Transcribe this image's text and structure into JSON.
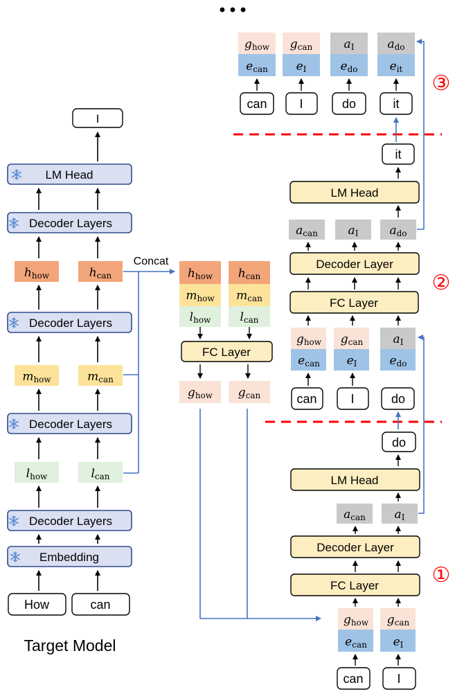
{
  "colors": {
    "frozen_fill": "#dadff1",
    "frozen_stroke": "#2f4d8e",
    "trainable_fill": "#fdeec1",
    "h_fill": "#f3a57a",
    "m_fill": "#fde39a",
    "l_fill": "#dff0dc",
    "g_fill": "#fae2d6",
    "e_fill": "#9fc3e6",
    "a_fill": "#c9c9c9",
    "arrow_blue": "#4472c4",
    "divider_red": "#ff0000",
    "snowflake": "#5b8fd6"
  },
  "icons": {
    "snowflake": "snowflake-icon (frozen)"
  },
  "labels": {
    "ellipsis": "• • •",
    "concat": "Concat",
    "caption": "Target Model",
    "step1": "①",
    "step2": "②",
    "step3": "③"
  },
  "target_model": {
    "output": "I",
    "lm_head": "LM Head",
    "decoder_layers": "Decoder Layers",
    "embedding": "Embedding",
    "inputs": [
      "How",
      "can"
    ],
    "features": {
      "h": {
        "sym": "h",
        "subs": [
          "how",
          "can"
        ]
      },
      "m": {
        "sym": "m",
        "subs": [
          "how",
          "can"
        ]
      },
      "l": {
        "sym": "l",
        "subs": [
          "how",
          "can"
        ]
      }
    }
  },
  "fusion": {
    "rows": [
      {
        "sym": "h",
        "subs": [
          "how",
          "can"
        ]
      },
      {
        "sym": "m",
        "subs": [
          "how",
          "can"
        ]
      },
      {
        "sym": "l",
        "subs": [
          "how",
          "can"
        ]
      }
    ],
    "fc_layer": "FC Layer",
    "outputs": {
      "sym": "g",
      "subs": [
        "how",
        "can"
      ]
    }
  },
  "stage1": {
    "inputs": [
      "can",
      "I"
    ],
    "g": {
      "sym": "g",
      "subs": [
        "how",
        "can"
      ]
    },
    "e": {
      "sym": "e",
      "subs": [
        "can",
        "I"
      ]
    },
    "fc_layer": "FC Layer",
    "decoder_layer": "Decoder Layer",
    "a": {
      "sym": "a",
      "subs": [
        "can",
        "I"
      ]
    },
    "lm_head": "LM Head",
    "output": "do"
  },
  "stage2": {
    "inputs": [
      "can",
      "I",
      "do"
    ],
    "g": {
      "sym": "g",
      "subs": [
        "how",
        "can"
      ]
    },
    "e": {
      "sym": "e",
      "subs": [
        "can",
        "I",
        "do"
      ]
    },
    "a_from_stage1": {
      "sym": "a",
      "sub": "I"
    },
    "fc_layer": "FC Layer",
    "decoder_layer": "Decoder Layer",
    "a": {
      "sym": "a",
      "subs": [
        "can",
        "I",
        "do"
      ]
    },
    "lm_head": "LM Head",
    "output": "it"
  },
  "stage3": {
    "inputs": [
      "can",
      "I",
      "do",
      "it"
    ],
    "top": [
      {
        "sym": "g",
        "sub": "how"
      },
      {
        "sym": "g",
        "sub": "can"
      },
      {
        "sym": "a",
        "sub": "I"
      },
      {
        "sym": "a",
        "sub": "do"
      }
    ],
    "e": {
      "sym": "e",
      "subs": [
        "can",
        "I",
        "do",
        "it"
      ]
    }
  }
}
